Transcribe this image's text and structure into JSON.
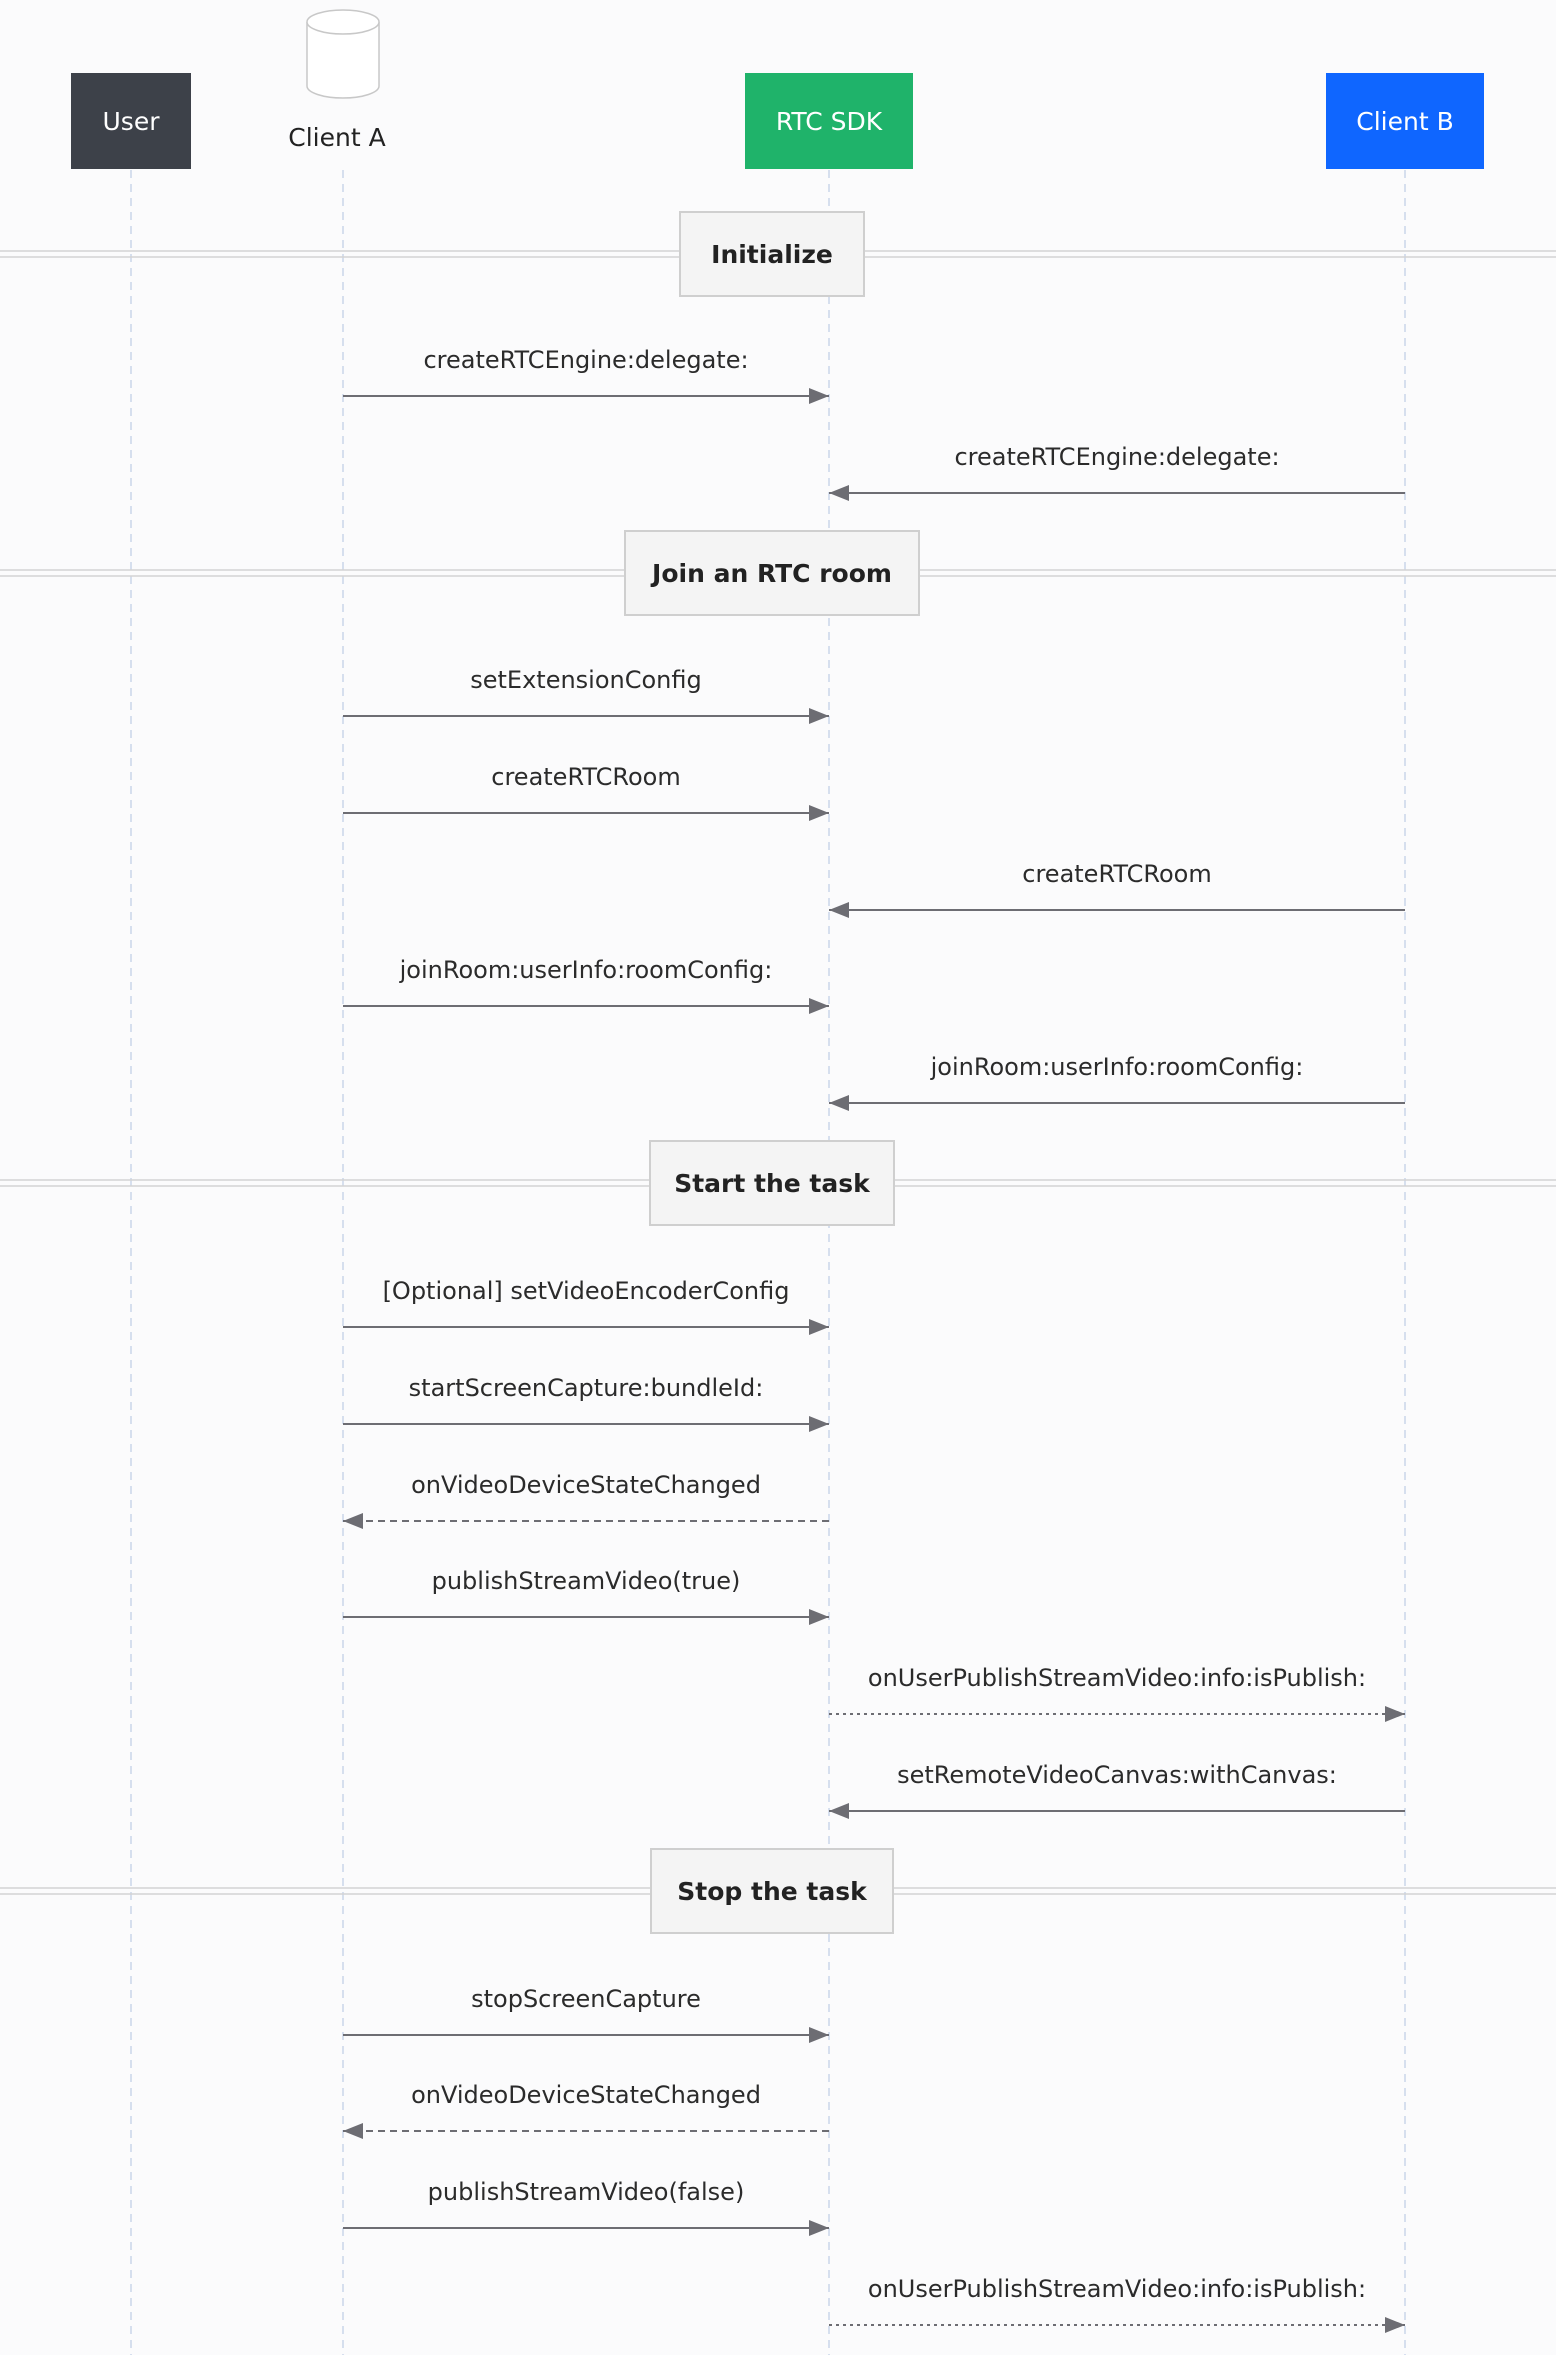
{
  "participants": [
    {
      "id": "user",
      "label": "User",
      "kind": "box",
      "fill": "#3d4149",
      "text_color": "#ffffff"
    },
    {
      "id": "clientA",
      "label": "Client A",
      "kind": "database",
      "fill": "#ffffff",
      "text_color": "#222222"
    },
    {
      "id": "rtc",
      "label": "RTC SDK",
      "kind": "box",
      "fill": "#1fb36a",
      "text_color": "#ffffff"
    },
    {
      "id": "clientB",
      "label": "Client B",
      "kind": "box",
      "fill": "#0f66ff",
      "text_color": "#ffffff"
    }
  ],
  "steps": [
    {
      "type": "section",
      "label": "Initialize"
    },
    {
      "type": "message",
      "from": "clientA",
      "to": "rtc",
      "label": "createRTCEngine:delegate:",
      "style": "solid"
    },
    {
      "type": "message",
      "from": "clientB",
      "to": "rtc",
      "label": "createRTCEngine:delegate:",
      "style": "solid"
    },
    {
      "type": "section",
      "label": "Join an RTC room"
    },
    {
      "type": "message",
      "from": "clientA",
      "to": "rtc",
      "label": "setExtensionConfig",
      "style": "solid"
    },
    {
      "type": "message",
      "from": "clientA",
      "to": "rtc",
      "label": "createRTCRoom",
      "style": "solid"
    },
    {
      "type": "message",
      "from": "clientB",
      "to": "rtc",
      "label": "createRTCRoom",
      "style": "solid"
    },
    {
      "type": "message",
      "from": "clientA",
      "to": "rtc",
      "label": "joinRoom:userInfo:roomConfig:",
      "style": "solid"
    },
    {
      "type": "message",
      "from": "clientB",
      "to": "rtc",
      "label": "joinRoom:userInfo:roomConfig:",
      "style": "solid"
    },
    {
      "type": "section",
      "label": "Start the task"
    },
    {
      "type": "message",
      "from": "clientA",
      "to": "rtc",
      "label": "[Optional] setVideoEncoderConfig",
      "style": "solid"
    },
    {
      "type": "message",
      "from": "clientA",
      "to": "rtc",
      "label": "startScreenCapture:bundleId:",
      "style": "solid"
    },
    {
      "type": "message",
      "from": "rtc",
      "to": "clientA",
      "label": "onVideoDeviceStateChanged",
      "style": "dashed"
    },
    {
      "type": "message",
      "from": "clientA",
      "to": "rtc",
      "label": "publishStreamVideo(true)",
      "style": "solid"
    },
    {
      "type": "message",
      "from": "rtc",
      "to": "clientB",
      "label": "onUserPublishStreamVideo:info:isPublish:",
      "style": "dotted"
    },
    {
      "type": "message",
      "from": "clientB",
      "to": "rtc",
      "label": "setRemoteVideoCanvas:withCanvas:",
      "style": "solid"
    },
    {
      "type": "section",
      "label": "Stop the task"
    },
    {
      "type": "message",
      "from": "clientA",
      "to": "rtc",
      "label": "stopScreenCapture",
      "style": "solid"
    },
    {
      "type": "message",
      "from": "rtc",
      "to": "clientA",
      "label": "onVideoDeviceStateChanged",
      "style": "dashed"
    },
    {
      "type": "message",
      "from": "clientA",
      "to": "rtc",
      "label": "publishStreamVideo(false)",
      "style": "solid"
    },
    {
      "type": "message",
      "from": "rtc",
      "to": "clientB",
      "label": "onUserPublishStreamVideo:info:isPublish:",
      "style": "dotted"
    }
  ],
  "colors": {
    "background": "#fbfbfc",
    "lifeline": "#c9d6ea",
    "arrow": "#6d6d73",
    "section_line": "#d3d3d3",
    "section_fill": "#f4f4f4",
    "section_border": "#cfcfcf",
    "cylinder_stroke": "#c8c8c8"
  }
}
